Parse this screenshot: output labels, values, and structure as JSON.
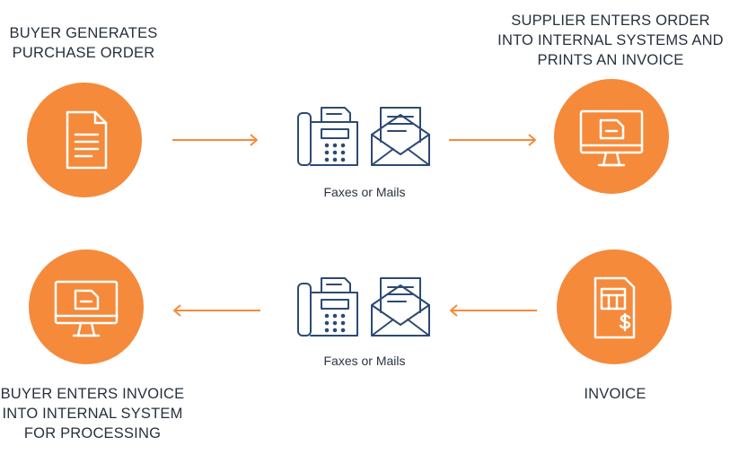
{
  "colors": {
    "accent": "#F58A3B",
    "icon_stroke": "#2D4A73",
    "text": "#27303D"
  },
  "steps": {
    "buyer_po": [
      "BUYER GENERATES",
      "PURCHASE ORDER"
    ],
    "supplier_enters": [
      "SUPPLIER ENTERS ORDER",
      "INTO INTERNAL SYSTEMS AND",
      "PRINTS AN INVOICE"
    ],
    "invoice": [
      "INVOICE"
    ],
    "buyer_enters": [
      "BUYER ENTERS INVOICE",
      "INTO INTERNAL SYSTEM",
      "FOR PROCESSING"
    ]
  },
  "channels": {
    "top": "Faxes or Mails",
    "bottom": "Faxes or Mails"
  },
  "icons": {
    "buyer_po": "document-icon",
    "supplier_enters": "monitor-icon",
    "invoice": "invoice-dollar-icon",
    "buyer_enters": "monitor-icon",
    "channel": [
      "fax-machine-icon",
      "mail-envelope-icon"
    ]
  }
}
